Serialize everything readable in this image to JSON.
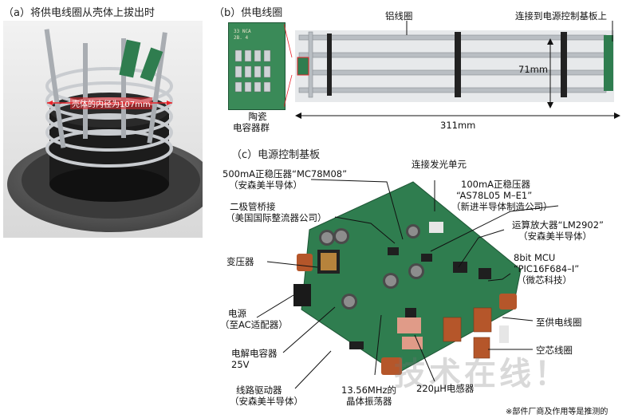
{
  "captions": {
    "a": "（a）将供电线圈从壳体上拔出时",
    "b": "（b）供电线圈",
    "c": "（c）电源控制基板"
  },
  "panel_a": {
    "inner_diameter": "壳体的内径为107mm"
  },
  "panel_b": {
    "aluminum_coil": "铝线圈",
    "connect_board": "连接到电源控制基板上",
    "height": "71mm",
    "width": "311mm",
    "ceramic_caps": [
      "陶瓷",
      "电容器群"
    ]
  },
  "panel_c": {
    "labels": {
      "reg500": [
        "500mA正稳压器“MC78M08”",
        "（安森美半导体）"
      ],
      "led_unit": "连接发光单元",
      "reg100": [
        "100mA正稳压器",
        "“AS78L05 M–E1”",
        "（新进半导体制造公司）"
      ],
      "bridge": [
        "二极管桥接",
        "（美国国际整流器公司）"
      ],
      "opamp": [
        "运算放大器“LM2902”",
        "（安森美半导体）"
      ],
      "transformer": "变压器",
      "mcu": [
        "8bit MCU",
        "“PIC16F684–I”",
        "（微芯科技）"
      ],
      "power": [
        "电源",
        "（至AC适配器）"
      ],
      "to_coil": "至供电线圈",
      "capacitor": [
        "电解电容器",
        "25V"
      ],
      "air_coil": "空芯线圈",
      "driver": [
        "线路驱动器",
        "（安森美半导体）"
      ],
      "crystal": [
        "13.56MHz的",
        "晶体振荡器"
      ],
      "inductor": "220µH电感器"
    }
  },
  "footnote": "※部件厂商及作用等是推测的",
  "watermark": "技术在线！",
  "colors": {
    "pcb_green": "#2f7d4f",
    "aluminum": "#b9bec3",
    "copper": "#b5562a",
    "text": "#111111"
  }
}
